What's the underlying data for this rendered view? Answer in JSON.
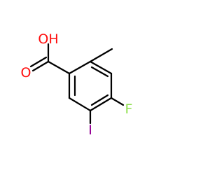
{
  "molecule": {
    "atoms": {
      "hydroxyl_oh": {
        "text": "OH",
        "color": "#ff0d0d"
      },
      "carbonyl_o": {
        "text": "O",
        "color": "#ff0d0d"
      },
      "fluorine": {
        "text": "F",
        "color": "#90e050"
      },
      "iodine": {
        "text": "I",
        "color": "#940094"
      }
    },
    "bond_color": "#000000",
    "oxygen_color": "#ff0d0d"
  }
}
